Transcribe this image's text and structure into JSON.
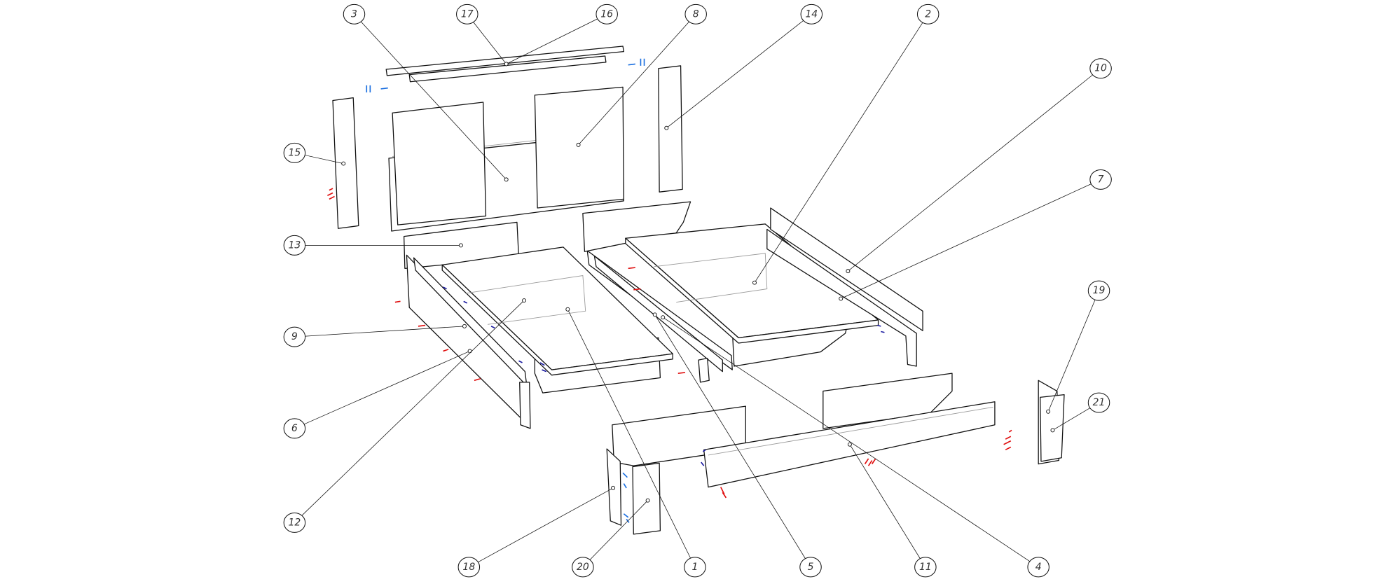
{
  "diagram": {
    "type": "exploded-assembly",
    "colors": {
      "line": "#111111",
      "hidden_line": "#9a9a9a",
      "fastener_red": "#e01010",
      "fastener_blue": "#1a6fe0"
    },
    "callouts": [
      "1",
      "2",
      "3",
      "4",
      "5",
      "6",
      "7",
      "8",
      "9",
      "10",
      "11",
      "12",
      "13",
      "14",
      "15",
      "16",
      "17",
      "18",
      "19",
      "20",
      "21"
    ]
  }
}
